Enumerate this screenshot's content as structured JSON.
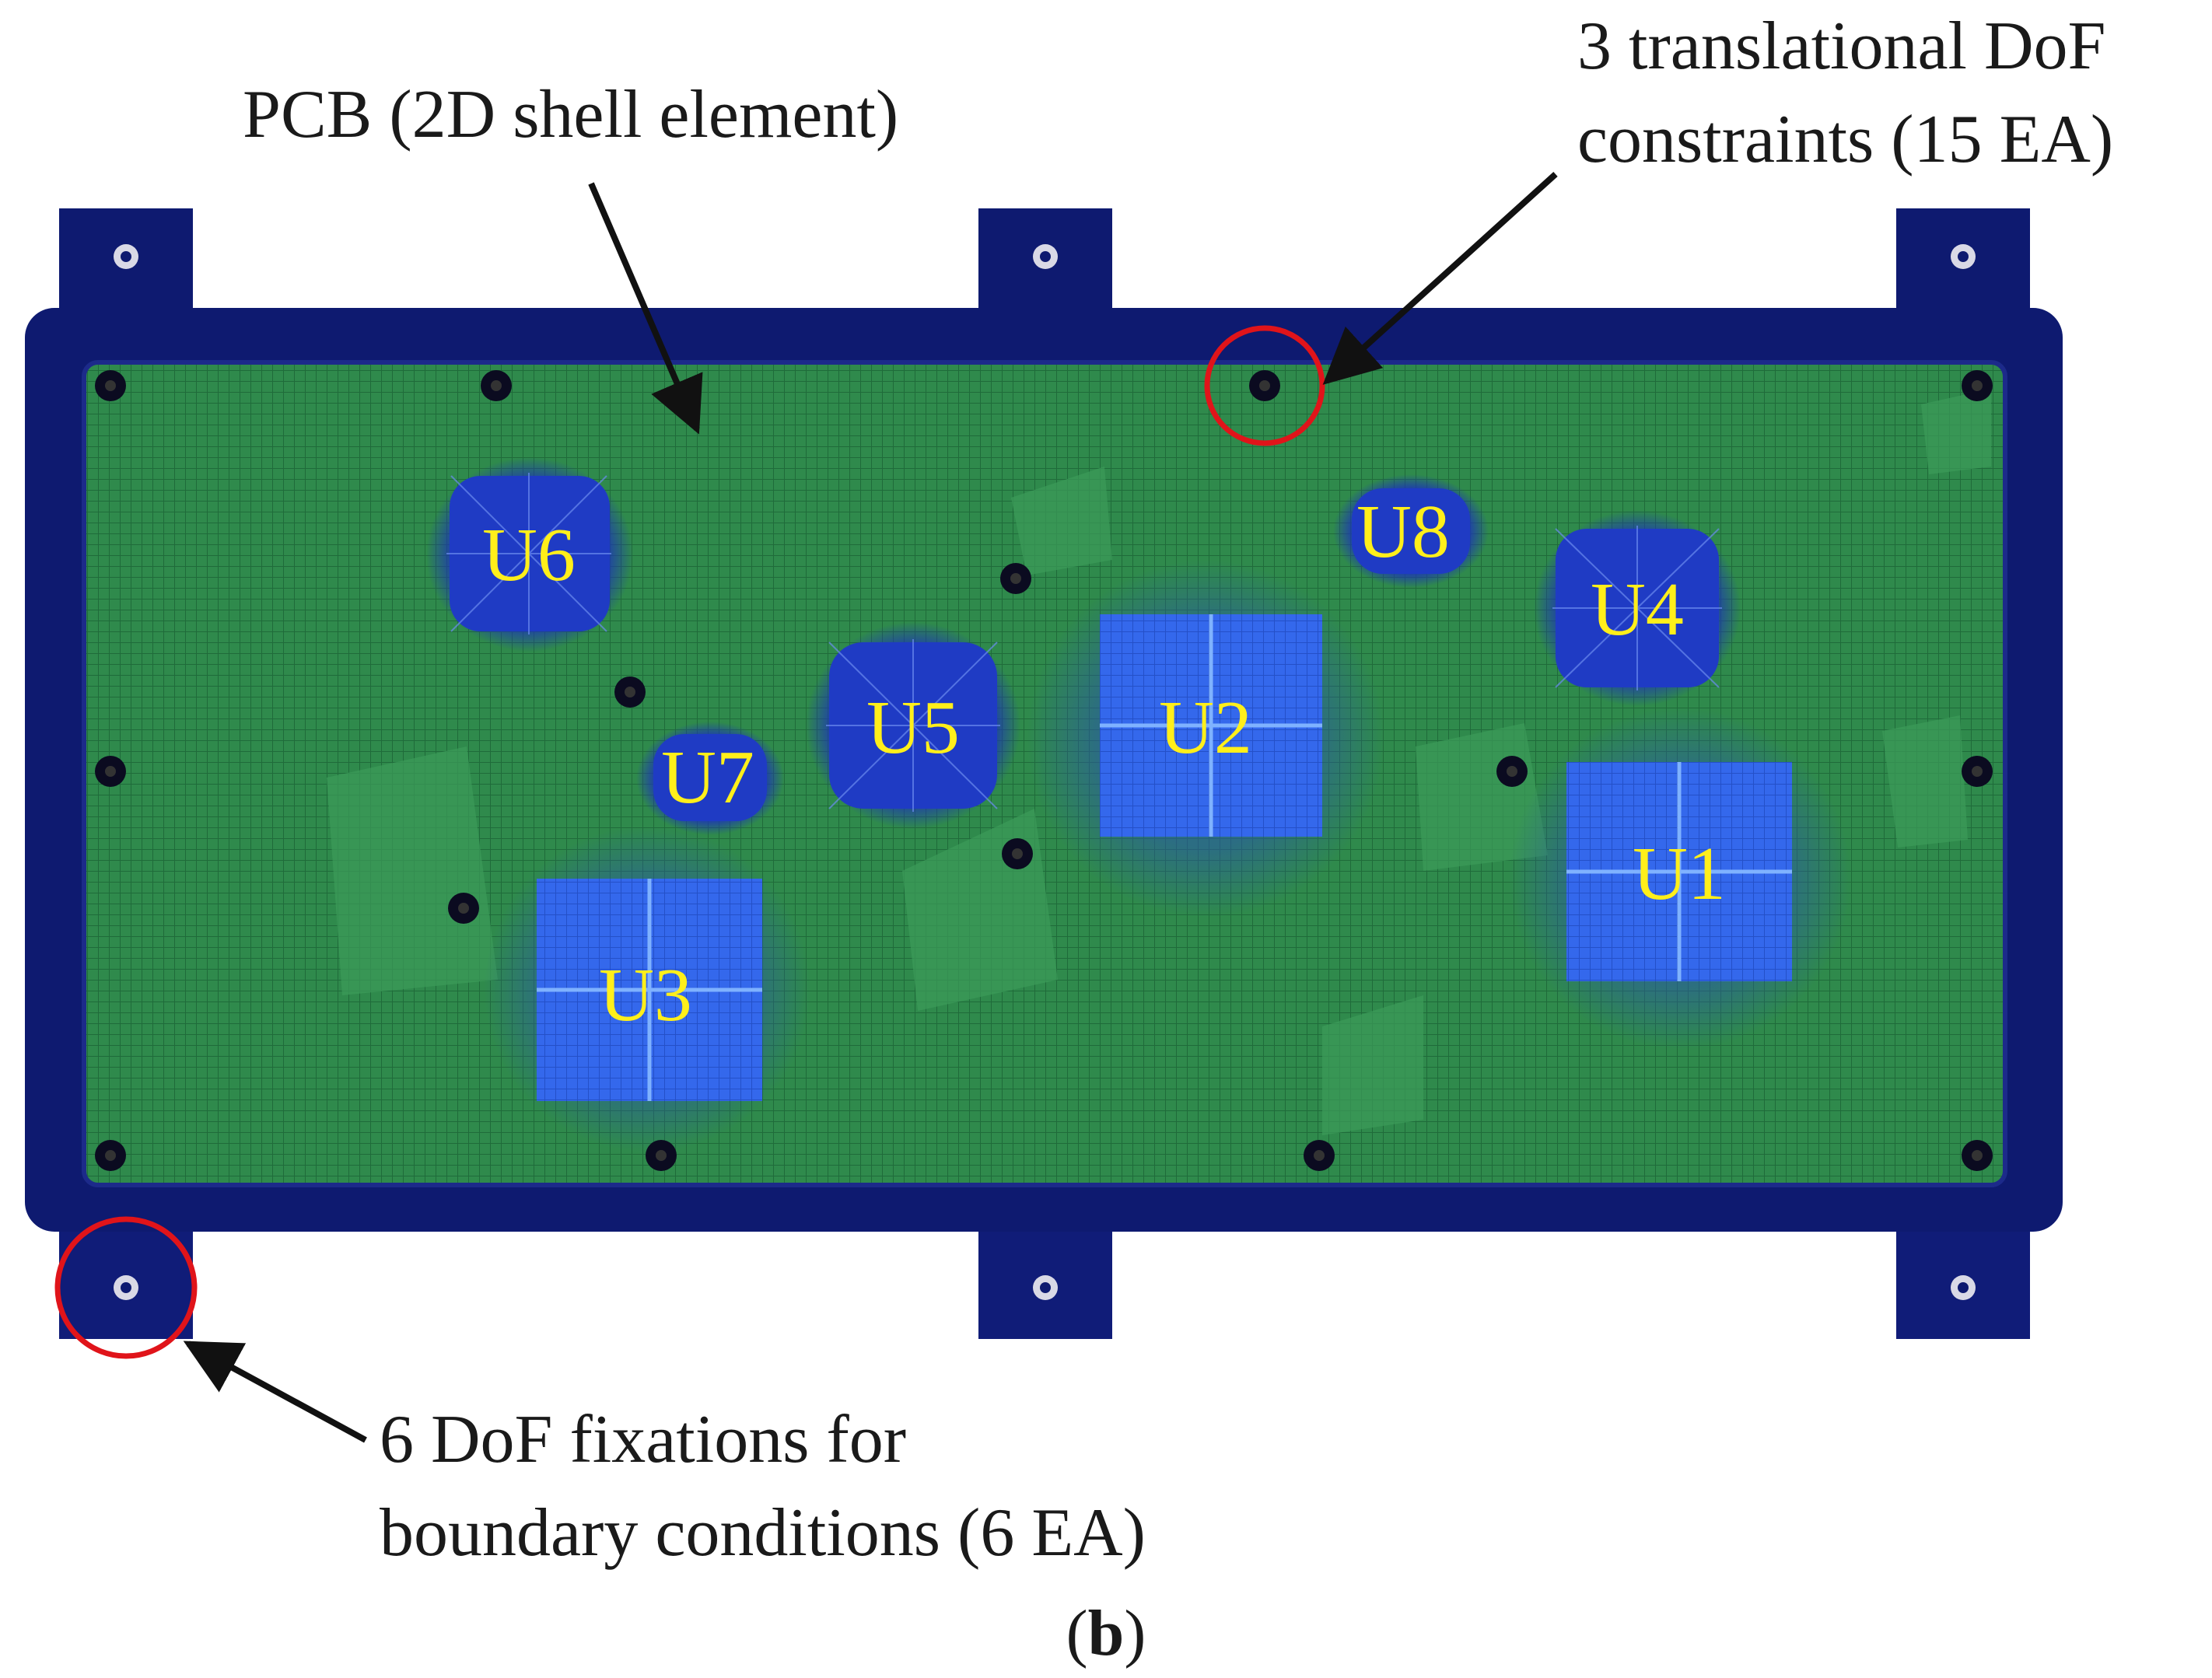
{
  "annotations": {
    "pcb": "PCB (2D shell element)",
    "constraints_line1": "3 translational DoF",
    "constraints_line2": "constraints (15 EA)",
    "fixations_line1": "6 DoF fixations for",
    "fixations_line2": "boundary conditions (6 EA)",
    "subfigure_prefix": "(",
    "subfigure_letter": "b",
    "subfigure_suffix": ")"
  },
  "components": {
    "u1": "U1",
    "u2": "U2",
    "u3": "U3",
    "u4": "U4",
    "u5": "U5",
    "u6": "U6",
    "u7": "U7",
    "u8": "U8"
  },
  "colors": {
    "frame": "#0e1a70",
    "pcb_green": "#2f8a4c",
    "chip_blue": "#2f61e6",
    "chip_dark": "#1f3bc4",
    "highlight_circle": "#e0141a",
    "chip_label": "#ffef1a"
  },
  "icons": {
    "mounting_hole": "screw-hole-icon",
    "highlight": "red-circle-marker"
  }
}
